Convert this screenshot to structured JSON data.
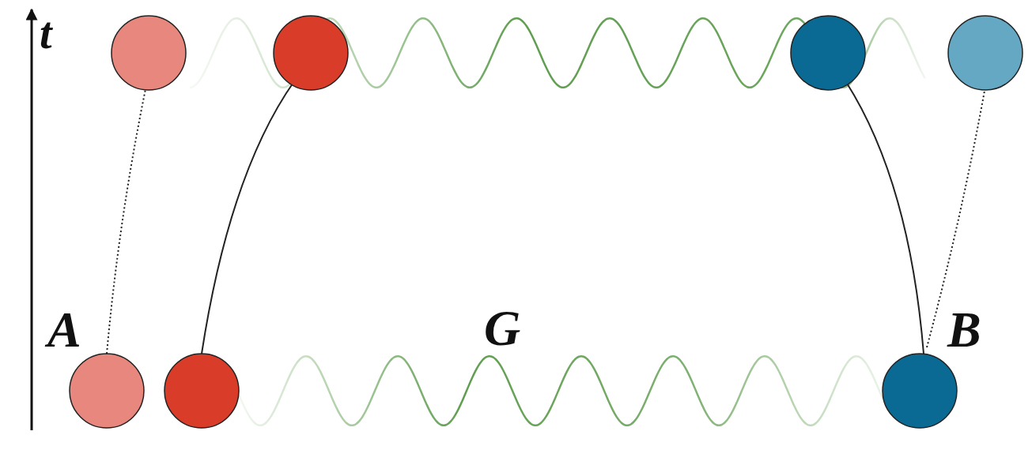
{
  "diagram": {
    "labels": [
      "t",
      "A",
      "G",
      "B"
    ]
  }
}
